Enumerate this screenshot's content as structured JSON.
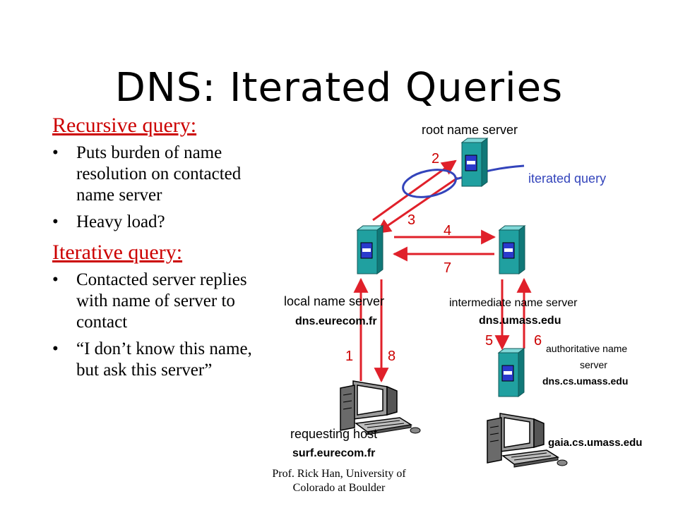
{
  "title": "DNS: Iterated Queries",
  "recursive": {
    "heading": "Recursive query:",
    "bullets": [
      "Puts burden of name resolution on contacted name server",
      "Heavy load?"
    ]
  },
  "iterative": {
    "heading": "Iterative query:",
    "bullets": [
      "Contacted server replies with name of server to contact",
      "“I don’t know this name, but ask this server”"
    ]
  },
  "diagram": {
    "root": {
      "label": "root name server"
    },
    "iterated_label": "iterated query",
    "local": {
      "label": "local name server",
      "host": "dns.eurecom.fr"
    },
    "intermediate": {
      "label": "intermediate name server",
      "host": "dns.umass.edu"
    },
    "authoritative": {
      "label_line1": "authoritative name",
      "label_line2": "server",
      "host": "dns.cs.umass.edu"
    },
    "requesting": {
      "label": "requesting host",
      "host": "surf.eurecom.fr"
    },
    "target_host": "gaia.cs.umass.edu",
    "steps": [
      "1",
      "2",
      "3",
      "4",
      "5",
      "6",
      "7",
      "8"
    ],
    "colors": {
      "arrow": "#e0202a",
      "annotation": "#3344bb",
      "server": "#20a0a0"
    }
  },
  "footer": {
    "line1": "Prof. Rick Han, University of",
    "line2": "Colorado at Boulder"
  }
}
